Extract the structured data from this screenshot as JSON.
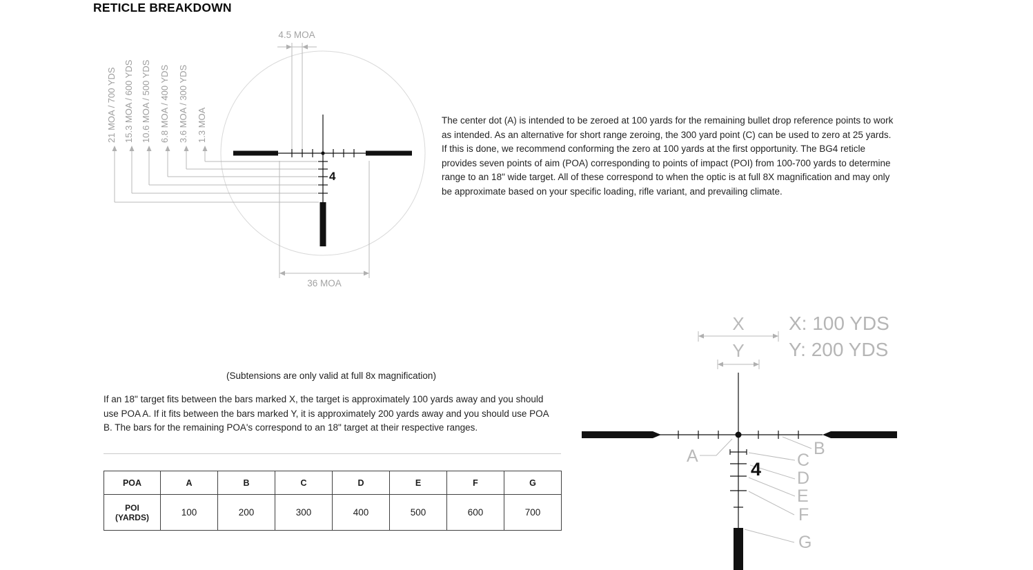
{
  "heading": "RETICLE BREAKDOWN",
  "diagram1": {
    "top_dimension": "4.5 MOA",
    "bottom_dimension": "36 MOA",
    "holdover_number": "4",
    "labels": [
      "21 MOA / 700 YDS",
      "15.3 MOA / 600 YDS",
      "10.6 MOA / 500 YDS",
      "6.8 MOA / 400 YDS",
      "3.6 MOA / 300 YDS",
      "1.3 MOA"
    ]
  },
  "intro_paragraph": "The center dot (A) is intended to be zeroed at 100 yards for the remaining bullet drop reference points to work as intended. As an alternative for short range zeroing, the 300 yard point (C) can be used to zero at 25 yards. If this is done, we recommend conforming the zero at 100 yards at the first opportunity. The BG4 reticle provides seven points of aim (POA) corresponding to points of impact (POI) from 100-700 yards to determine range to an 18\" wide target. All of these correspond to when the optic is at full 8X magnification and may only be approximate based on your specific loading, rifle variant, and prevailing climate.",
  "subtension_note": "(Subtensions are only valid at full 8x magnification)",
  "usage_paragraph": "If an 18\" target fits between the bars marked X, the target is approximately 100 yards away and you should use POA A. If it fits between the bars marked Y, it is approximately 200 yards away and you should use POA B. The bars for the remaining POA's correspond to an 18\" target at their respective ranges.",
  "table": {
    "corner_header": "POA",
    "row_header_line1": "POI",
    "row_header_line2": "(YARDS)",
    "columns": [
      "A",
      "B",
      "C",
      "D",
      "E",
      "F",
      "G"
    ],
    "values": [
      "100",
      "200",
      "300",
      "400",
      "500",
      "600",
      "700"
    ]
  },
  "diagram2": {
    "x_label": "X",
    "y_label": "Y",
    "x_legend": "X: 100 YDS",
    "y_legend": "Y: 200 YDS",
    "holdover_number": "4",
    "point_labels": [
      "A",
      "B",
      "C",
      "D",
      "E",
      "F",
      "G"
    ]
  },
  "colors": {
    "diagram_gray": "#b3b3b3",
    "label_gray": "#9e9e9e",
    "reticle_black": "#111111"
  }
}
